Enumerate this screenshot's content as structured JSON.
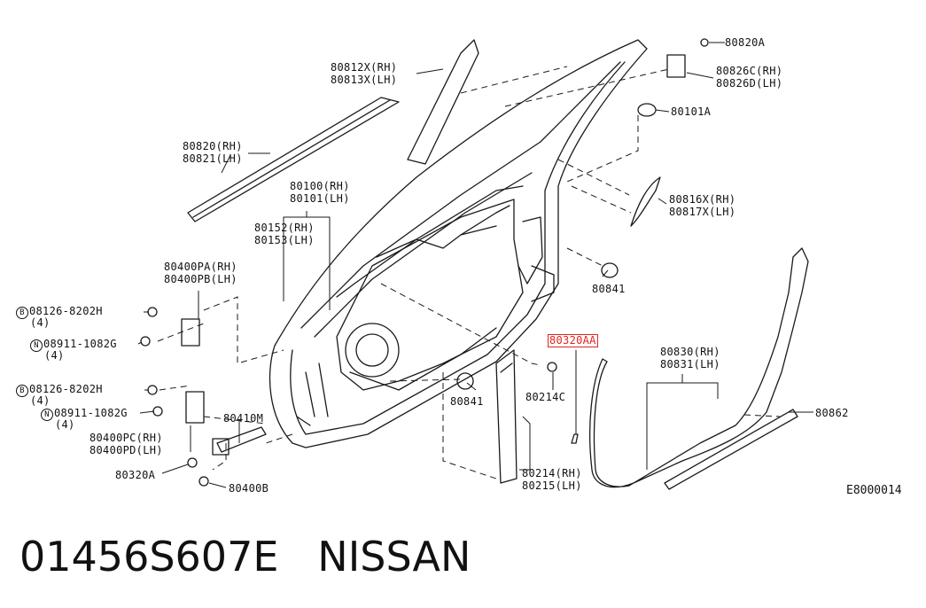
{
  "labels": {
    "p80820a": "80820A",
    "p80826c": "80826C(RH)",
    "p80826d": "80826D(LH)",
    "p80101a": "80101A",
    "p80812x": "80812X(RH)",
    "p80813x": "80813X(LH)",
    "p80820": "80820(RH)",
    "p80821": "80821(LH)",
    "p80100": "80100(RH)",
    "p80101": "80101(LH)",
    "p80152": "80152(RH)",
    "p80153": "80153(LH)",
    "p80816x": "80816X(RH)",
    "p80817x": "80817X(LH)",
    "p80400pa": "80400PA(RH)",
    "p80400pb": "80400PB(LH)",
    "p80841a": "80841",
    "p80841b": "80841",
    "p80320aa": "80320AA",
    "p80830": "80830(RH)",
    "p80831": "80831(LH)",
    "p80214c": "80214C",
    "p80862": "80862",
    "p80410m": "80410M",
    "p80400pc": "80400PC(RH)",
    "p80400pd": "80400PD(LH)",
    "p80320a": "80320A",
    "p80400b": "80400B",
    "p80214": "80214(RH)",
    "p80215": "80215(LH)",
    "bolt1": "08126-8202H",
    "bolt1_qty": "(4)",
    "nut1": "08911-1082G",
    "nut1_qty": "(4)",
    "bolt2": "08126-8202H",
    "bolt2_qty": "(4)",
    "nut2": "08911-1082G",
    "nut2_qty": "(4)",
    "bolt_prefix": "B",
    "nut_prefix": "N"
  },
  "ref_code": "E8000014",
  "footer": {
    "part_number": "01456S607E",
    "brand": "NISSAN"
  },
  "colors": {
    "line": "#1a1a1a",
    "highlight": "#e0251f"
  }
}
